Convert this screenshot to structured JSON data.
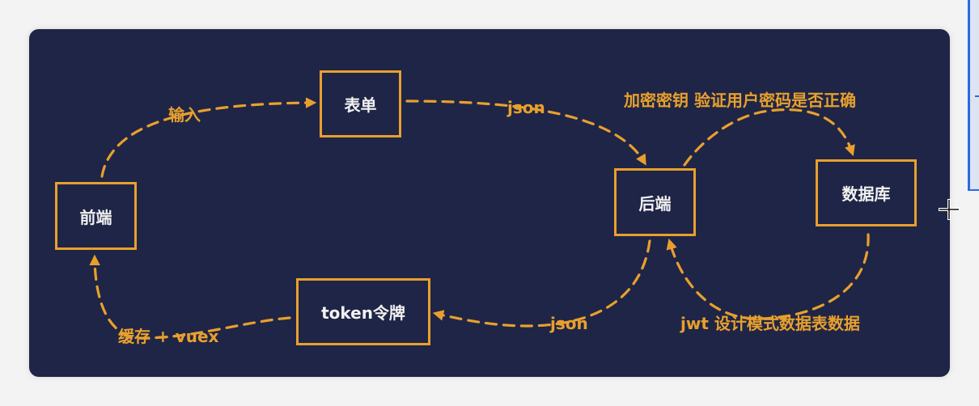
{
  "nodes": {
    "frontend": "前端",
    "form": "表单",
    "backend": "后端",
    "database": "数据库",
    "token": "token令牌"
  },
  "edges": {
    "input": "输入",
    "json_top": "json",
    "encrypt": "加密密钥 验证用户密码是否正确",
    "json_bottom": "json",
    "cache": "缓存 + vuex",
    "jwt": "jwt 设计模式数据表数据"
  },
  "colors": {
    "panel_bg": "#1f2546",
    "accent": "#e8a02d",
    "node_text": "#f2f2f2"
  },
  "icons": {
    "cursor": "crosshair-move-icon"
  }
}
